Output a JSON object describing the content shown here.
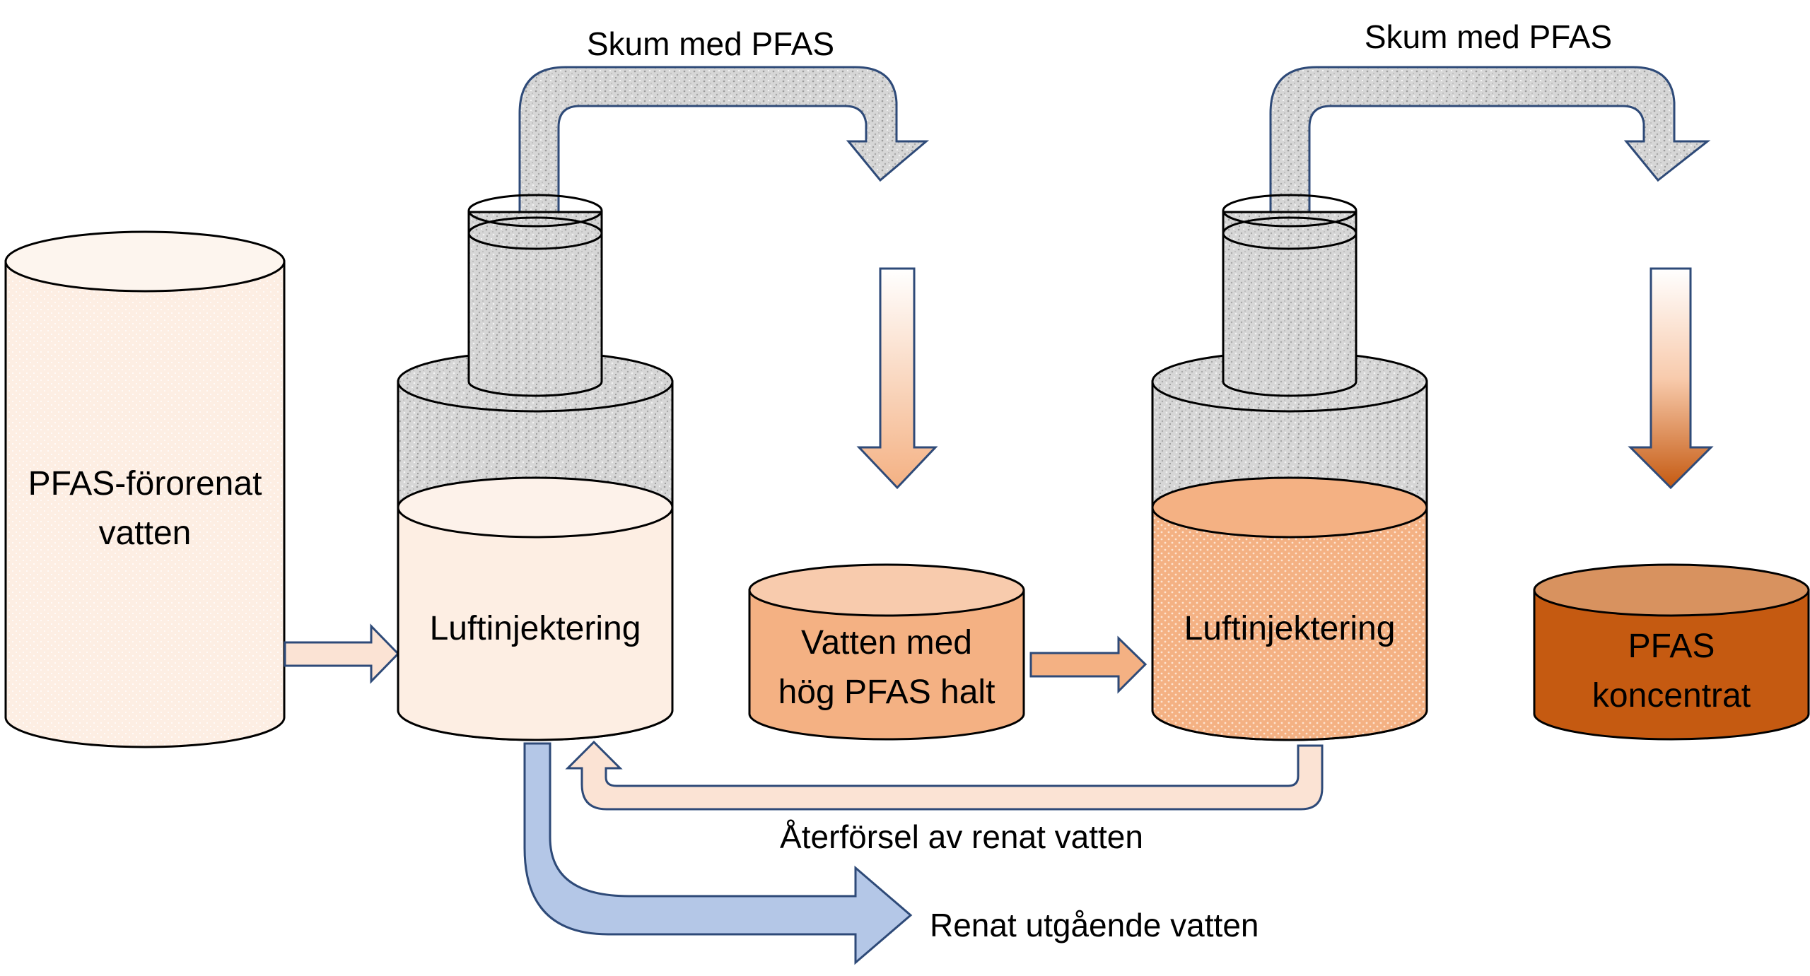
{
  "diagram": {
    "labels": {
      "source_tank_line1": "PFAS-förorenat",
      "source_tank_line2": "vatten",
      "column1_label": "Luftinjektering",
      "column2_label": "Luftinjektering",
      "intermediate_tank_line1": "Vatten med",
      "intermediate_tank_line2": "hög PFAS halt",
      "concentrate_tank_line1": "PFAS",
      "concentrate_tank_line2": "koncentrat",
      "foam1_label": "Skum med PFAS",
      "foam2_label": "Skum med PFAS",
      "recirculation_label": "Återförsel av renat vatten",
      "outlet_label": "Renat utgående vatten"
    },
    "colors": {
      "outline": "#2e4a78",
      "source_fill": "#fdf0e6",
      "water_light": "#fce9dc",
      "water_mid": "#f4b183",
      "water_dark": "#c55a11",
      "foam": "#d9d9d9",
      "outlet_blue": "#b4c7e7"
    }
  }
}
